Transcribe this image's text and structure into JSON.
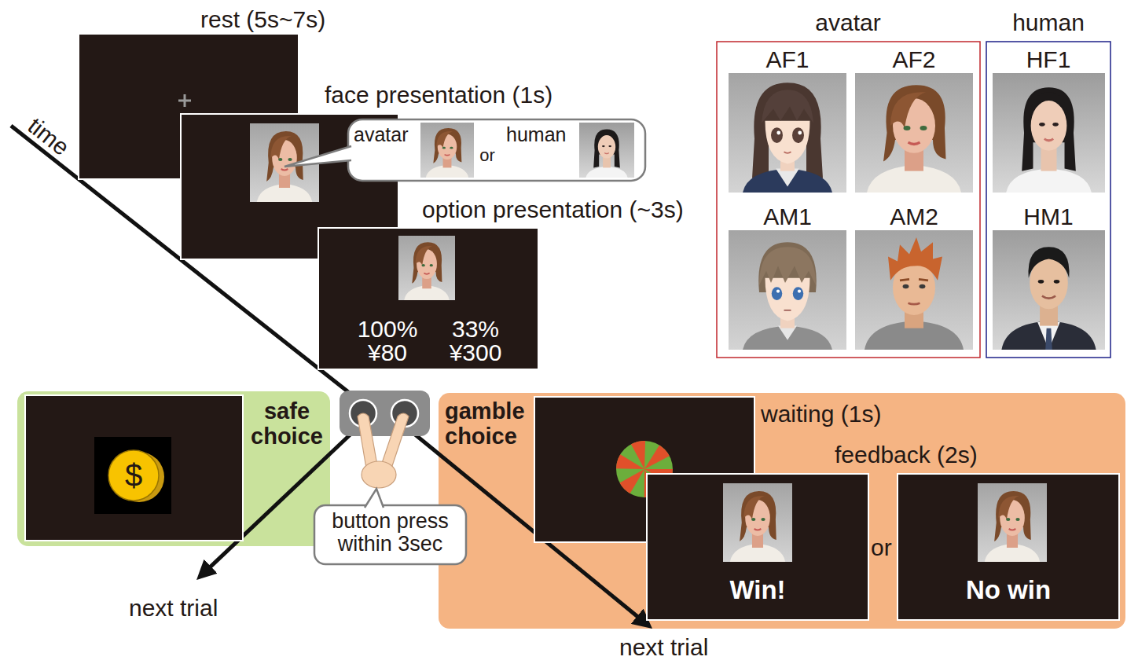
{
  "diagram": {
    "nodes": [
      {
        "text": [
          "rest (5s~7s)"
        ]
      },
      {
        "text": [
          "face presentation (1s)"
        ]
      },
      {
        "text": [
          "avatar",
          "or",
          "human"
        ]
      },
      {
        "text": [
          "option presentation (~3s)",
          "100% ¥80",
          "33% ¥300"
        ]
      },
      {
        "text": [
          "avatar"
        ]
      },
      {
        "text": [
          "AF1"
        ],
        "in": 4
      },
      {
        "text": [
          "AF2"
        ],
        "in": 4
      },
      {
        "text": [
          "AM1"
        ],
        "in": 4
      },
      {
        "text": [
          "AM2"
        ],
        "in": 4
      },
      {
        "text": [
          "human"
        ]
      },
      {
        "text": [
          "HF1"
        ],
        "in": 9
      },
      {
        "text": [
          "HM1"
        ],
        "in": 9
      },
      {
        "text": [
          "safe choice"
        ]
      },
      {
        "text": [
          "$"
        ],
        "in": 12
      },
      {
        "text": [
          "button press within 3sec"
        ]
      },
      {
        "text": [
          "gamble choice"
        ]
      },
      {
        "text": [
          "waiting (1s)"
        ],
        "in": 15
      },
      {
        "text": [
          "feedback (2s)",
          "Win!"
        ],
        "in": 15
      },
      {
        "text": [
          "No win"
        ],
        "in": 15
      }
    ],
    "labels": [
      "time",
      "next trial",
      "next trial",
      "or"
    ]
  }
}
